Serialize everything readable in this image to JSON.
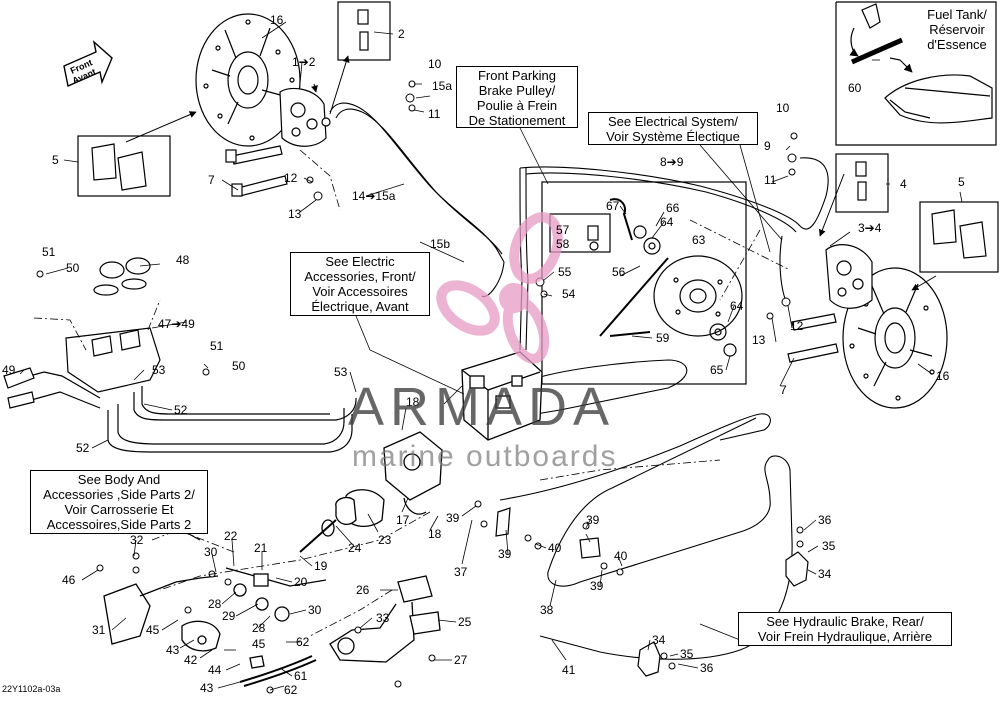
{
  "diagram": {
    "boxes": {
      "front_parking_brake": [
        "Front Parking",
        "Brake Pulley/",
        "Poulie à Frein",
        "De Stationement"
      ],
      "electrical_system": [
        "See Electrical System/",
        "Voir Système Électique"
      ],
      "fuel_tank": [
        "Fuel Tank/",
        "Réservoir",
        "d'Essence"
      ],
      "electric_accessories": [
        "See Electric",
        "Accessories, Front/",
        "Voir Accessoires",
        "Électrique, Avant"
      ],
      "body_accessories": [
        "See Body And",
        "Accessories ,Side Parts 2/",
        "Voir Carrosserie Et",
        "Accessoires,Side Parts 2"
      ],
      "hydraulic_brake_rear": [
        "See Hydraulic Brake, Rear/",
        "Voir Frein Hydraulique, Arrière"
      ]
    },
    "front_label": [
      "Front",
      "Avant"
    ],
    "drawing_code": "22Y1102a-03a",
    "watermark": {
      "brand": "ARMADA",
      "tagline": "marine outboards"
    },
    "callouts": [
      {
        "id": "c16a",
        "text": "16"
      },
      {
        "id": "c2",
        "text": "2"
      },
      {
        "id": "c1to2",
        "text": "1➔2"
      },
      {
        "id": "c10a",
        "text": "10"
      },
      {
        "id": "c15a",
        "text": "15a"
      },
      {
        "id": "c11a",
        "text": "11"
      },
      {
        "id": "c5a",
        "text": "5"
      },
      {
        "id": "c7a",
        "text": "7"
      },
      {
        "id": "c12a",
        "text": "12"
      },
      {
        "id": "c13a",
        "text": "13"
      },
      {
        "id": "c14to15a",
        "text": "14➔15a"
      },
      {
        "id": "c60",
        "text": "60"
      },
      {
        "id": "c10b",
        "text": "10"
      },
      {
        "id": "c9",
        "text": "9"
      },
      {
        "id": "c11b",
        "text": "11"
      },
      {
        "id": "c8to9",
        "text": "8➔9"
      },
      {
        "id": "c4",
        "text": "4"
      },
      {
        "id": "c5b",
        "text": "5"
      },
      {
        "id": "c3to4",
        "text": "3➔4"
      },
      {
        "id": "c67",
        "text": "67"
      },
      {
        "id": "c66",
        "text": "66"
      },
      {
        "id": "c64a",
        "text": "64"
      },
      {
        "id": "c57",
        "text": "57"
      },
      {
        "id": "c58",
        "text": "58"
      },
      {
        "id": "c63",
        "text": "63"
      },
      {
        "id": "c56",
        "text": "56"
      },
      {
        "id": "c64b",
        "text": "64"
      },
      {
        "id": "c59",
        "text": "59"
      },
      {
        "id": "c65",
        "text": "65"
      },
      {
        "id": "c15b",
        "text": "15b"
      },
      {
        "id": "c55",
        "text": "55"
      },
      {
        "id": "c54",
        "text": "54"
      },
      {
        "id": "c51a",
        "text": "51"
      },
      {
        "id": "c50a",
        "text": "50"
      },
      {
        "id": "c48",
        "text": "48"
      },
      {
        "id": "c47to49",
        "text": "47➔49"
      },
      {
        "id": "c51b",
        "text": "51"
      },
      {
        "id": "c50b",
        "text": "50"
      },
      {
        "id": "c49",
        "text": "49"
      },
      {
        "id": "c53a",
        "text": "53"
      },
      {
        "id": "c52a",
        "text": "52"
      },
      {
        "id": "c52b",
        "text": "52"
      },
      {
        "id": "c53b",
        "text": "53"
      },
      {
        "id": "c18a",
        "text": "18"
      },
      {
        "id": "c13b",
        "text": "13"
      },
      {
        "id": "c12b",
        "text": "12"
      },
      {
        "id": "c7b",
        "text": "7"
      },
      {
        "id": "c16b",
        "text": "16"
      },
      {
        "id": "c17",
        "text": "17"
      },
      {
        "id": "c23",
        "text": "23"
      },
      {
        "id": "c24",
        "text": "24"
      },
      {
        "id": "c18b",
        "text": "18"
      },
      {
        "id": "c39a",
        "text": "39"
      },
      {
        "id": "c39b",
        "text": "39"
      },
      {
        "id": "c39c",
        "text": "39"
      },
      {
        "id": "c40a",
        "text": "40"
      },
      {
        "id": "c39d",
        "text": "39"
      },
      {
        "id": "c40b",
        "text": "40"
      },
      {
        "id": "c37",
        "text": "37"
      },
      {
        "id": "c38",
        "text": "38"
      },
      {
        "id": "c36a",
        "text": "36"
      },
      {
        "id": "c35a",
        "text": "35"
      },
      {
        "id": "c34a",
        "text": "34"
      },
      {
        "id": "c32",
        "text": "32"
      },
      {
        "id": "c46",
        "text": "46"
      },
      {
        "id": "c30a",
        "text": "30"
      },
      {
        "id": "c22",
        "text": "22"
      },
      {
        "id": "c21",
        "text": "21"
      },
      {
        "id": "c19",
        "text": "19"
      },
      {
        "id": "c20",
        "text": "20"
      },
      {
        "id": "c28a",
        "text": "28"
      },
      {
        "id": "c29",
        "text": "29"
      },
      {
        "id": "c28b",
        "text": "28"
      },
      {
        "id": "c30b",
        "text": "30"
      },
      {
        "id": "c31",
        "text": "31"
      },
      {
        "id": "c45a",
        "text": "45"
      },
      {
        "id": "c43a",
        "text": "43"
      },
      {
        "id": "c42",
        "text": "42"
      },
      {
        "id": "c44",
        "text": "44"
      },
      {
        "id": "c45b",
        "text": "45"
      },
      {
        "id": "c43b",
        "text": "43"
      },
      {
        "id": "c62a",
        "text": "62"
      },
      {
        "id": "c61",
        "text": "61"
      },
      {
        "id": "c62b",
        "text": "62"
      },
      {
        "id": "c26",
        "text": "26"
      },
      {
        "id": "c33",
        "text": "33"
      },
      {
        "id": "c25",
        "text": "25"
      },
      {
        "id": "c27",
        "text": "27"
      },
      {
        "id": "c41",
        "text": "41"
      },
      {
        "id": "c34b",
        "text": "34"
      },
      {
        "id": "c35b",
        "text": "35"
      },
      {
        "id": "c36b",
        "text": "36"
      }
    ]
  }
}
